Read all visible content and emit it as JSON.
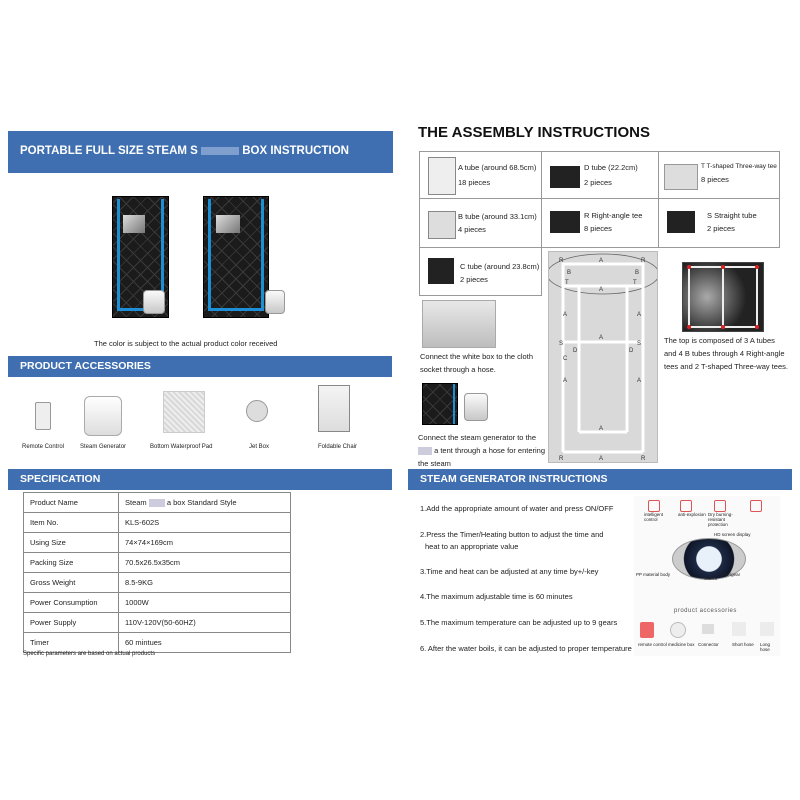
{
  "left": {
    "banner_title_pre": "PORTABLE FULL SIZE STEAM S",
    "banner_title_post": "BOX INSTRUCTION",
    "color_note": "The color is subject to the actual product color received",
    "accessories_title": "PRODUCT ACCESSORIES",
    "accessories": [
      "Remote Control",
      "Steam Generator",
      "Bottom Waterproof Pad",
      "Jet Box",
      "Foldable Chair"
    ],
    "specification_title": "SPECIFICATION",
    "spec_rows": [
      {
        "k": "Product Name",
        "v": "Steam",
        "v2": "a box Standard Style"
      },
      {
        "k": "Item No.",
        "v": "KLS-602S"
      },
      {
        "k": "Using Size",
        "v": "74×74×169cm"
      },
      {
        "k": "Packing Size",
        "v": "70.5x26.5x35cm"
      },
      {
        "k": "Gross Weight",
        "v": "8.5-9KG"
      },
      {
        "k": "Power Consumption",
        "v": "1000W"
      },
      {
        "k": "Power Supply",
        "v": "110V-120V(50-60HZ)"
      },
      {
        "k": "Timer",
        "v": "60 mintues"
      }
    ],
    "spec_note": "Specific parameters are based on actual products"
  },
  "right": {
    "assembly_title": "THE ASSEMBLY INSTRUCTIONS",
    "parts": [
      {
        "name": "A tube (around 68.5cm)",
        "qty": "18 pieces"
      },
      {
        "name": "D  tube (22.2cm)",
        "qty": "2 pieces"
      },
      {
        "name": "T  T-shaped Three-way  tee",
        "qty": "8 pieces"
      },
      {
        "name": "B tube (around 33.1cm)",
        "qty": "4 pieces"
      },
      {
        "name": "R  Right-angle tee",
        "qty": "8 pieces"
      },
      {
        "name": "S  Straight tube",
        "qty": "2 pieces"
      },
      {
        "name": "C  tube (around 23.8cm)",
        "qty": "2 pieces"
      }
    ],
    "connect1_line1": "Connect the white box to the cloth",
    "connect1_line2": "socket through a hose.",
    "connect2_line1": "Connect the steam generator to the",
    "connect2_line2": "a tent through a hose for entering",
    "connect2_line3": "the steam",
    "top_note_1": "The top is composed of 3 A tubes",
    "top_note_2": "and 4 B tubes through 4 Right-angle",
    "top_note_3": "tees and 2 T-shaped Three-way tees.",
    "steam_title": "STEAM GENERATOR INSTRUCTIONS",
    "steps": [
      "1.Add the appropriate amount of water and press ON/OFF",
      "2.Press the Timer/Heating button to adjust the time and",
      "heat to an appropriate value",
      "3.Time and heat can be adjusted at any time by+/-key",
      "4.The maximum adjustable time is 60 minutes",
      "5.The maximum temperature can be adjusted up to 9 gears",
      "6. After the water boils, it can be adjusted to proper temperature"
    ],
    "gen_labels": {
      "intelligent": "intelligent control",
      "anti": "anti-explosion",
      "dry": "Dry burning-resistant protection",
      "hd": "HD screen display",
      "pp": "PP material body",
      "switch": "Switch",
      "timer": "Time/gear",
      "accessories": "product accessories",
      "acc_items": [
        "remote control",
        "medicine box",
        "Connector",
        "Short hose",
        "Long hose"
      ]
    }
  },
  "frame_letters": [
    "A",
    "B",
    "C",
    "D",
    "R",
    "S",
    "T"
  ],
  "colors": {
    "banner": "#3f6fb0",
    "stripe": "#1e8fd6"
  }
}
